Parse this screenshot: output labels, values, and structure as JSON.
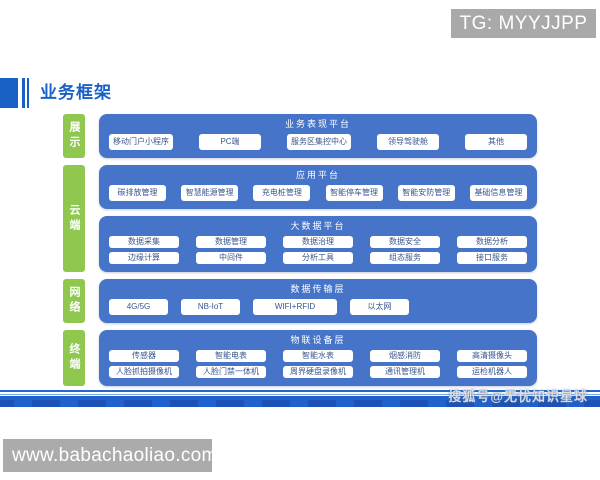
{
  "page_title": "业务框架",
  "watermarks": {
    "top_right": "TG: MYYJJPP",
    "bottom_right": "搜狐号@无忧知识星球",
    "bottom_left": "www.babachaoliao.com"
  },
  "colors": {
    "panel-blue": "#4674C8",
    "side-green": "#8FC74F",
    "title-blue": "#1961C5",
    "bar-blue": "#2161CD",
    "watermark-gray": "#A9A9A9",
    "box-text": "#3A568C"
  },
  "diagram": {
    "layers": [
      {
        "side": "展示",
        "panels": [
          {
            "title": "业务表现平台",
            "rows": [
              [
                "移动门户小程序",
                "PC端",
                "服务区集控中心",
                "领导驾驶舱",
                "其他"
              ]
            ]
          }
        ]
      },
      {
        "side": "云端",
        "panels": [
          {
            "title": "应用平台",
            "rows": [
              [
                "碳排放管理",
                "智慧能源管理",
                "充电桩管理",
                "智能停车管理",
                "智能安防管理",
                "基础信息管理"
              ]
            ]
          },
          {
            "title": "大数据平台",
            "rows": [
              [
                "数据采集",
                "数据管理",
                "数据治理",
                "数据安全",
                "数据分析"
              ],
              [
                "边缘计算",
                "中间件",
                "分析工具",
                "组态服务",
                "接口服务"
              ]
            ]
          }
        ]
      },
      {
        "side": "网络",
        "panels": [
          {
            "title": "数据传输层",
            "align": "left",
            "rows": [
              [
                "4G/5G",
                "NB-IoT",
                "WIFI+RFID",
                "以太网"
              ]
            ]
          }
        ]
      },
      {
        "side": "终端",
        "panels": [
          {
            "title": "物联设备层",
            "rows": [
              [
                "传感器",
                "智能电表",
                "智能水表",
                "烟感消防",
                "高清摄像头"
              ],
              [
                "人脸抓拍摄像机",
                "人脸门禁一体机",
                "周界硬盘录像机",
                "通讯管理机",
                "运检机器人"
              ]
            ]
          }
        ]
      }
    ]
  }
}
